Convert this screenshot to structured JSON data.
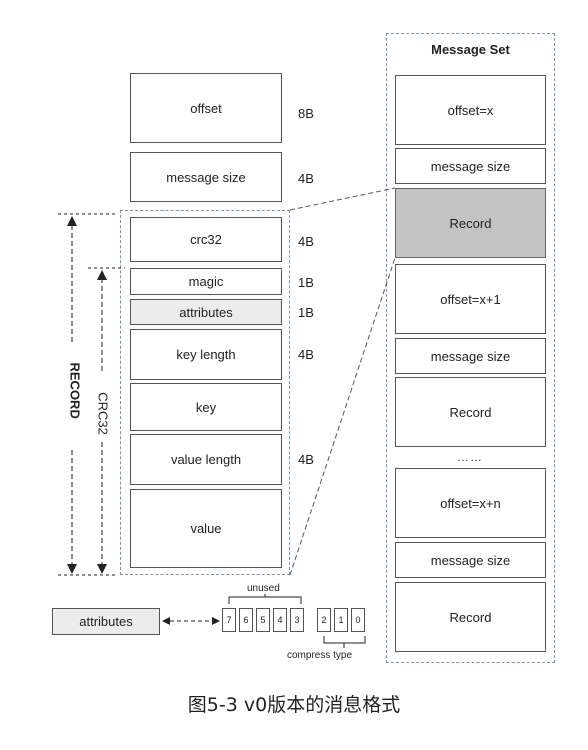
{
  "message": {
    "offset": "offset",
    "offset_size": "8B",
    "message_size": "message size",
    "message_size_size": "4B",
    "crc32": "crc32",
    "crc32_size": "4B",
    "magic": "magic",
    "magic_size": "1B",
    "attributes": "attributes",
    "attributes_size": "1B",
    "key_length": "key length",
    "key_length_size": "4B",
    "key": "key",
    "value_length": "value length",
    "value_length_size": "4B",
    "value": "value"
  },
  "side_labels": {
    "record": "RECORD",
    "crc32": "CRC32"
  },
  "message_set": {
    "title": "Message Set",
    "offset_x": "offset=x",
    "message_size": "message size",
    "record": "Record",
    "offset_x1": "offset=x+1",
    "ellipsis": "……",
    "offset_xn": "offset=x+n"
  },
  "attributes_detail": {
    "label": "attributes",
    "bits": [
      "7",
      "6",
      "5",
      "4",
      "3",
      "2",
      "1",
      "0"
    ],
    "unused": "unused",
    "compress_type": "compress type"
  },
  "caption": "图5-3 v0版本的消息格式",
  "colors": {
    "record_highlight": "#c3c3c3",
    "attributes_fill": "#ececec",
    "dashed_frame": "#7f8fa8"
  }
}
